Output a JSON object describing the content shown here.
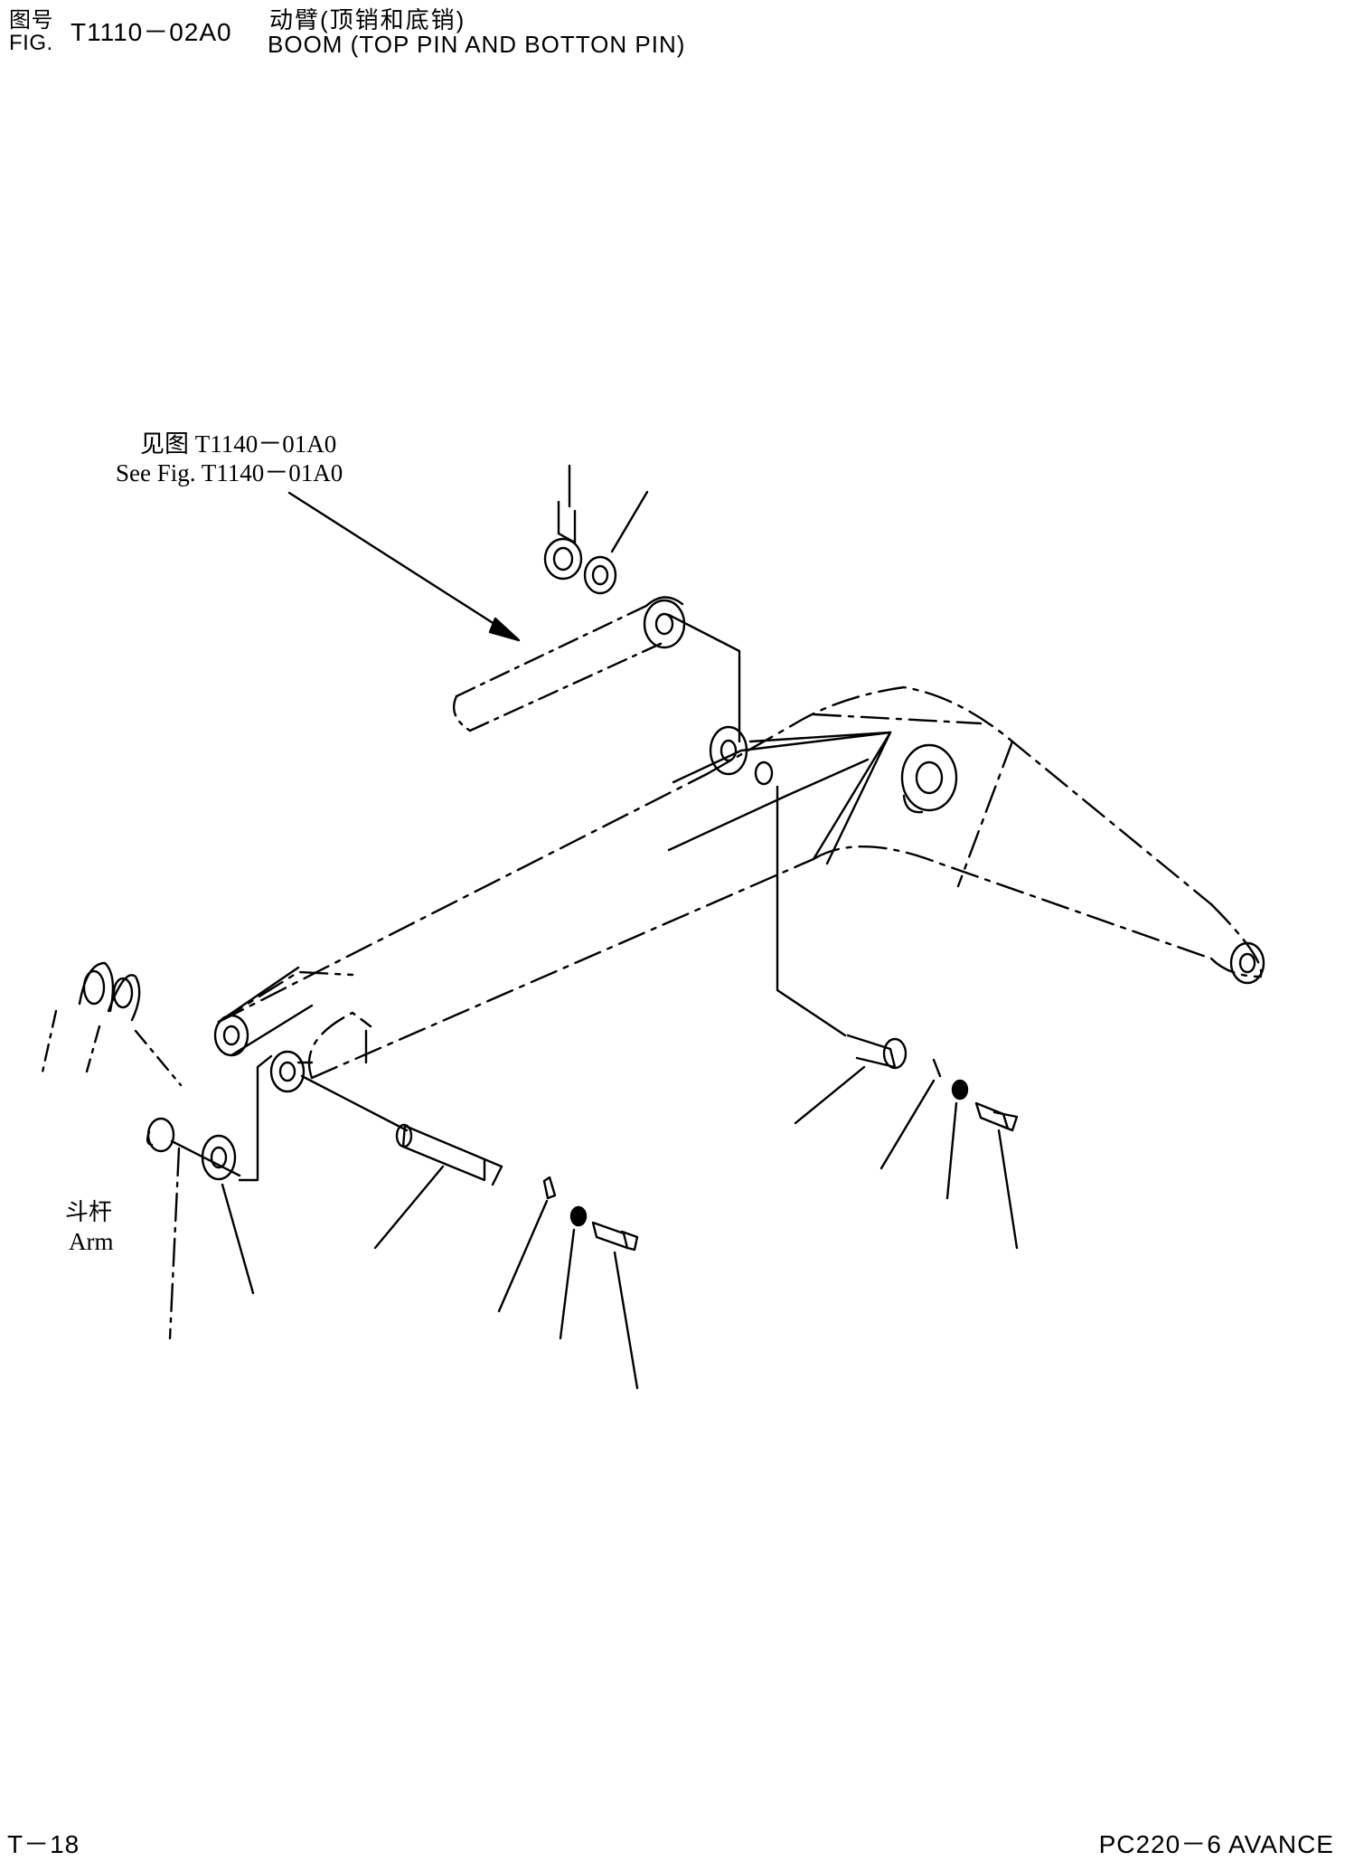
{
  "header": {
    "label_zh": "图号",
    "label_fig": "FIG.",
    "figure_number": "T1110－02A0",
    "title_zh": "动臂(顶销和底销)",
    "title_en": "BOOM (TOP PIN AND BOTTON PIN)"
  },
  "callouts": {
    "see_fig_zh": "见图 T1140－01A0",
    "see_fig_en": "See Fig. T1140－01A0",
    "arm_zh": "斗杆",
    "arm_en": "Arm"
  },
  "footer": {
    "page_number": "T－18",
    "model": "PC220－6 AVANCE"
  }
}
